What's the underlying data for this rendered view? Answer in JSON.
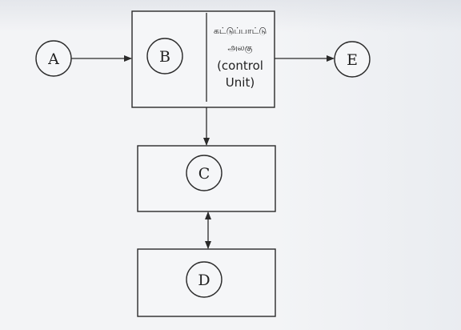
{
  "nodes": {
    "a": "A",
    "b": "B",
    "c": "C",
    "d": "D",
    "e": "E"
  },
  "control_unit": {
    "tamil_line1": "கட்டுப்பாட்டு",
    "tamil_line2": "அலகு",
    "english_line1": "(control",
    "english_line2": "Unit)"
  },
  "colors": {
    "ink": "#2a2a2a",
    "paper": "#f3f4f6"
  }
}
